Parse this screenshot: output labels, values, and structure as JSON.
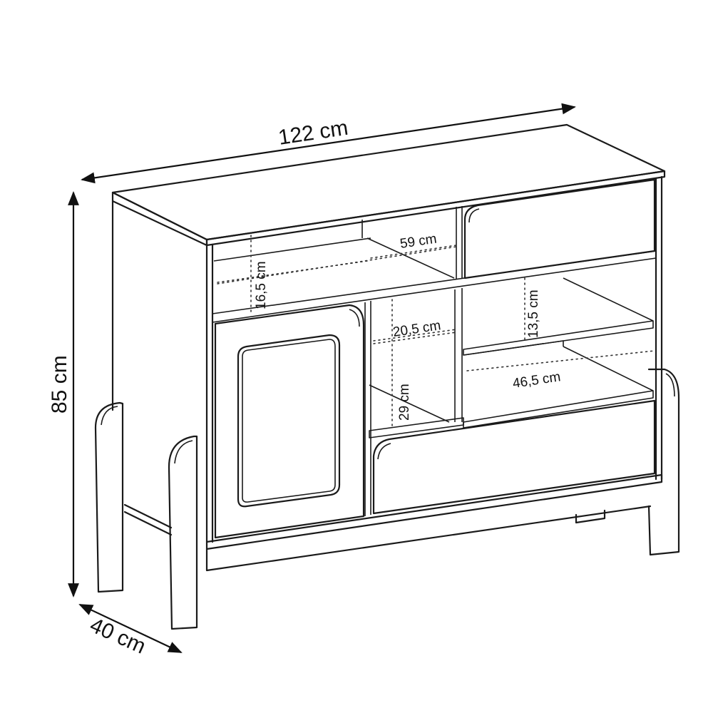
{
  "dimensions": {
    "width": "122 cm",
    "height": "85 cm",
    "depth": "40 cm"
  },
  "compartments": {
    "top_left_height": "16,5 cm",
    "top_center_width": "59 cm",
    "middle_center_width": "20,5 cm",
    "middle_center_height": "29 cm",
    "right_shelf_height": "13,5 cm",
    "right_lower_width": "46,5 cm"
  },
  "colors": {
    "line": "#1a1a1a",
    "background": "#ffffff"
  }
}
